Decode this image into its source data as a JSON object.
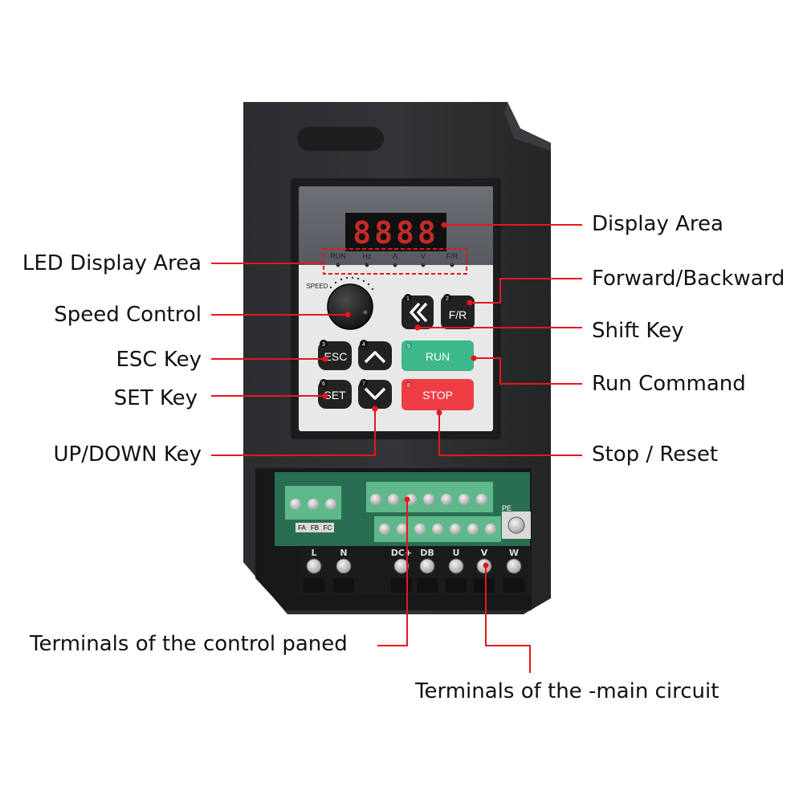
{
  "device": {
    "display_digits": "8888",
    "indicators": [
      "RUN",
      "Hz",
      "A",
      "V",
      "F/R"
    ],
    "knob_label": "SPEED",
    "keys": {
      "esc": {
        "num": "3",
        "label": "ESC"
      },
      "set": {
        "num": "6",
        "label": "SET"
      },
      "up": {
        "num": "4"
      },
      "down": {
        "num": "7"
      },
      "shift": {
        "num": "1"
      },
      "fr": {
        "num": "2",
        "label": "F/R"
      },
      "run": {
        "num": "5",
        "label": "RUN"
      },
      "stop": {
        "num": "8",
        "label": "STOP"
      }
    },
    "main_terminals": [
      "L",
      "N",
      "DC+",
      "DB",
      "U",
      "V",
      "W"
    ],
    "board_marks": [
      "FA",
      "FB",
      "FC",
      "PE"
    ]
  },
  "callouts": {
    "display_area": "Display Area",
    "led_display_area": "LED Display Area",
    "forward_backward": "Forward/Backward",
    "speed_control": "Speed Control",
    "shift_key": "Shift Key",
    "esc_key": "ESC Key",
    "run_command": "Run Command",
    "set_key": "SET Key",
    "up_down_key": "UP/DOWN Key",
    "stop_reset": "Stop / Reset",
    "control_terminals": "Terminals of the control paned",
    "main_terminals": "Terminals of the -main circuit"
  },
  "colors": {
    "leader_line": "#e8161b",
    "housing": "#2a2b2d",
    "panel": "#e9e9e9",
    "run_key": "#3cb88a",
    "stop_key": "#ee3d45",
    "terminal_green": "#5fb88a"
  }
}
